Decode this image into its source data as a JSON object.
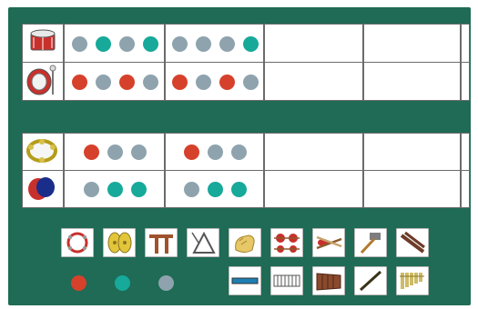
{
  "colors": {
    "board": "#1f6b55",
    "red": "#d6412c",
    "teal": "#17a99a",
    "grey": "#8ea3ad"
  },
  "upper_grid": {
    "rows": [
      {
        "instrument_icon": "snare-drum-icon",
        "measures": [
          [
            "grey",
            "teal",
            "grey",
            "teal"
          ],
          [
            "grey",
            "grey",
            "grey",
            "teal"
          ],
          [],
          []
        ]
      },
      {
        "instrument_icon": "bass-drum-icon",
        "measures": [
          [
            "red",
            "grey",
            "red",
            "grey"
          ],
          [
            "red",
            "grey",
            "red",
            "grey"
          ],
          [],
          []
        ]
      }
    ]
  },
  "lower_grid": {
    "rows": [
      {
        "instrument_icon": "tambourine-icon",
        "measures": [
          [
            "red",
            "grey",
            "grey"
          ],
          [
            "red",
            "grey",
            "grey"
          ],
          [],
          []
        ]
      },
      {
        "instrument_icon": "castanets-icon",
        "measures": [
          [
            "grey",
            "teal",
            "teal"
          ],
          [
            "grey",
            "teal",
            "teal"
          ],
          [],
          []
        ]
      }
    ]
  },
  "instrument_cards_row1": [
    "tambourine-card-icon",
    "cymbals-card-icon",
    "claves-card-icon",
    "triangle-card-icon",
    "hand-clap-card-icon",
    "maracas-card-icon",
    "drum-sticks-card-icon",
    "hammer-card-icon",
    "sticks-card-icon"
  ],
  "instrument_cards_row2": [
    "xylophone-bar-card-icon",
    "keyboard-card-icon",
    "wood-block-card-icon",
    "flute-card-icon",
    "pan-pipes-card-icon"
  ],
  "loose_tokens": [
    "red",
    "teal",
    "grey"
  ]
}
